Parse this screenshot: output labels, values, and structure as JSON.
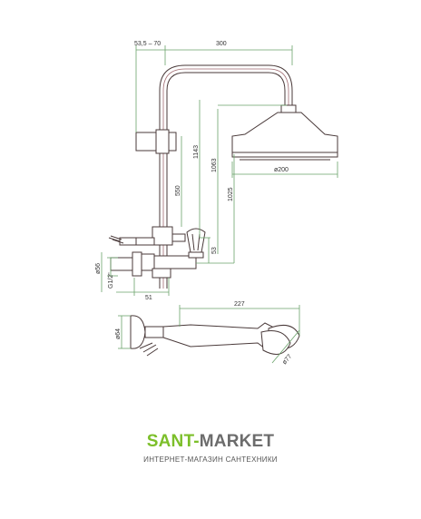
{
  "drawing": {
    "colors": {
      "outline": "#4a3a3a",
      "pipe": "#a06a70",
      "dimension": "#6aa36a",
      "label": "#333333"
    },
    "dimensions": {
      "offset_range": "53,5 – 70",
      "arm_length": "300",
      "height_total": "1143",
      "height_head": "1063",
      "height_mid": "1025",
      "bar_height": "550",
      "small_height": "53",
      "head_diameter": "ø200",
      "flange_diameter": "ø56",
      "thread": "G1/2\"",
      "flange_depth": "51",
      "hand_shower_length": "227",
      "hand_body_diameter": "ø64",
      "hand_head_diameter": "ø77"
    }
  },
  "branding": {
    "name_part1": "SANT-",
    "name_part2": "MARKET",
    "tagline": "ИНТЕРНЕТ-МАГАЗИН САНТЕХНИКИ"
  }
}
